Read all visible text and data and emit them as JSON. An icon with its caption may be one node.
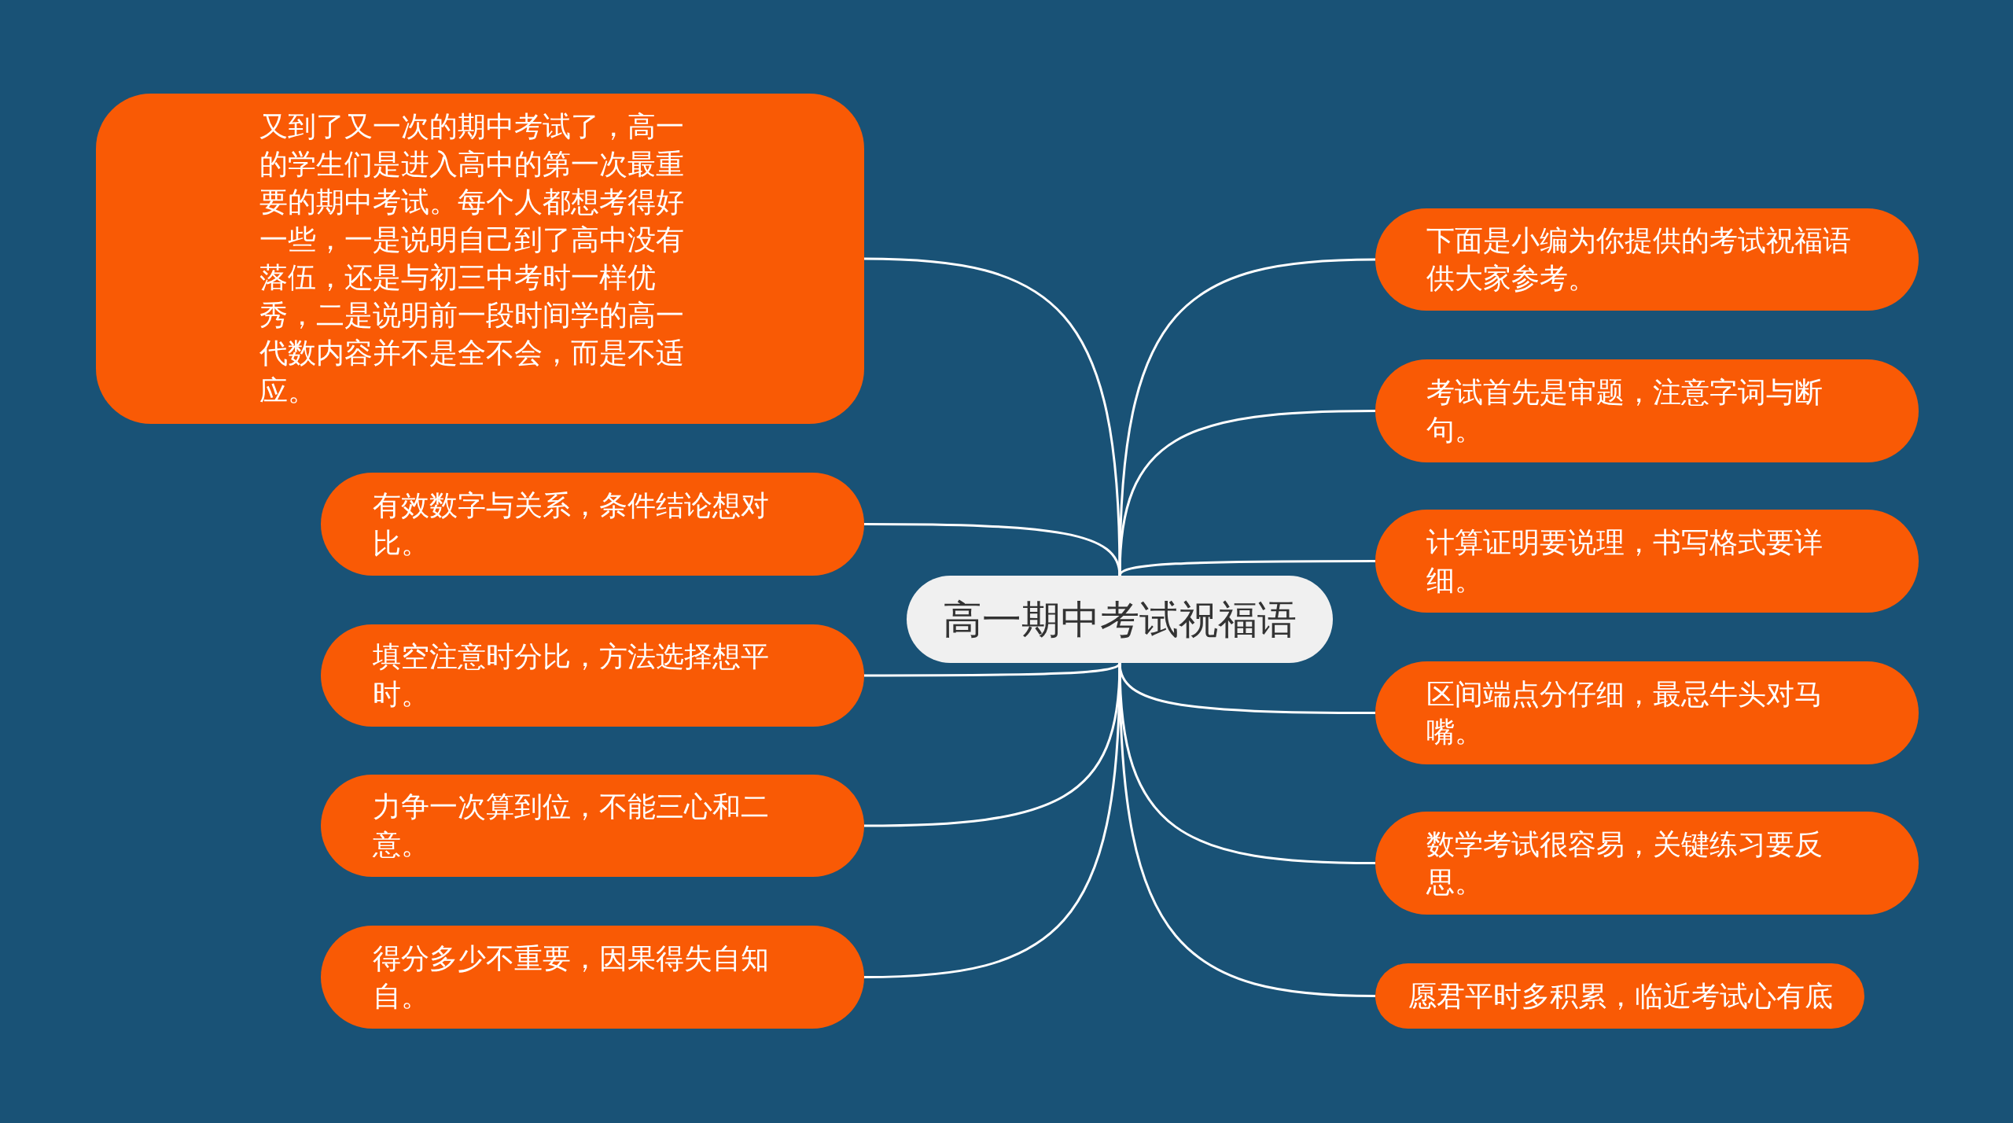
{
  "diagram": {
    "nodes": [
      {
        "text": [
          "高一期中考试祝福语"
        ]
      },
      {
        "text": [
          "又到了又一次的期中考试了，高一的学生们是进入高中的第一次最重要的期中考试。每个人都想考得好一些，一是说明自己到了高中没有落伍，还是与初三中考时一样优秀，二是说明前一段时间学的高一代数内容并不是全不会，而是不适应。"
        ]
      },
      {
        "text": [
          "有效数字与关系，条件结论想对比。"
        ]
      },
      {
        "text": [
          "填空注意时分比，方法选择想平时。"
        ]
      },
      {
        "text": [
          "力争一次算到位，不能三心和二意。"
        ]
      },
      {
        "text": [
          "得分多少不重要，因果得失自知自。"
        ]
      },
      {
        "text": [
          "下面是小编为你提供的考试祝福语供大家参考。"
        ]
      },
      {
        "text": [
          "考试首先是审题，注意字词与断句。"
        ]
      },
      {
        "text": [
          "计算证明要说理，书写格式要详细。"
        ]
      },
      {
        "text": [
          "区间端点分仔细，最忌牛头对马嘴。"
        ]
      },
      {
        "text": [
          "数学考试很容易，关键练习要反思。"
        ]
      },
      {
        "text": [
          "愿君平时多积累，临近考试心有底"
        ]
      }
    ],
    "edges": [
      {
        "from": 0,
        "to": 1,
        "arrow": "none"
      },
      {
        "from": 0,
        "to": 2,
        "arrow": "none"
      },
      {
        "from": 0,
        "to": 3,
        "arrow": "none"
      },
      {
        "from": 0,
        "to": 4,
        "arrow": "none"
      },
      {
        "from": 0,
        "to": 5,
        "arrow": "none"
      },
      {
        "from": 0,
        "to": 6,
        "arrow": "none"
      },
      {
        "from": 0,
        "to": 7,
        "arrow": "none"
      },
      {
        "from": 0,
        "to": 8,
        "arrow": "none"
      },
      {
        "from": 0,
        "to": 9,
        "arrow": "none"
      },
      {
        "from": 0,
        "to": 10,
        "arrow": "none"
      },
      {
        "from": 0,
        "to": 11,
        "arrow": "none"
      }
    ]
  }
}
